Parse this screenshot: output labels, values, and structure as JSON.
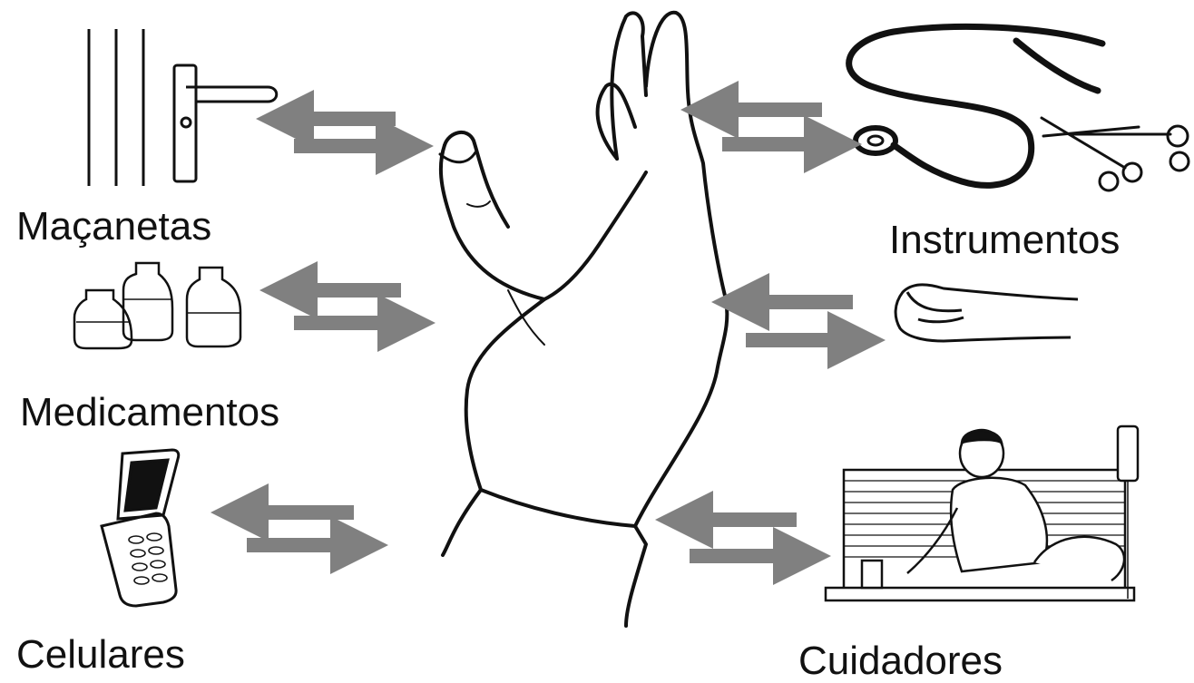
{
  "labels": {
    "macanetas": "Maçanetas",
    "medicamentos": "Medicamentos",
    "celulares": "Celulares",
    "instrumentos": "Instrumentos",
    "cuidadores": "Cuidadores"
  },
  "icons": {
    "center": "raised-hand-icon",
    "door_handle": "door-handle-icon",
    "medicine": "medicine-bottles-icon",
    "phone": "flip-phone-icon",
    "instruments": "stethoscope-scissors-icon",
    "touching_hand": "touching-hand-icon",
    "caregiver": "caregiver-patient-icon"
  },
  "colors": {
    "arrow": "#808080",
    "line": "#111111"
  }
}
